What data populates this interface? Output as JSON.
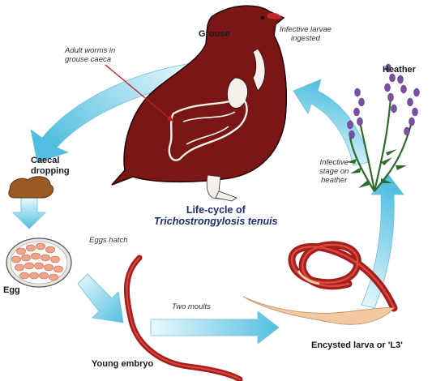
{
  "labels": {
    "grouse": "Grouse",
    "adult_worms_line1": "Adult worms in",
    "adult_worms_line2": "grouse caeca",
    "infective_ingested_line1": "Infective larvae",
    "infective_ingested_line2": "ingested",
    "heather": "Heather",
    "caecal_line1": "Caecal",
    "caecal_line2": "dropping",
    "infective_stage_line1": "Infective",
    "infective_stage_line2": "stage on",
    "infective_stage_line3": "heather",
    "eggs_hatch": "Eggs hatch",
    "egg": "Egg",
    "two_moults": "Two moults",
    "young_embryo": "Young embryo",
    "encysted": "Encysted larva or 'L3'"
  },
  "title": {
    "line1": "Life-cycle of",
    "line2": "Trichostrongylosis tenuis"
  },
  "colors": {
    "arrow_light": "#e2f7fc",
    "arrow_dark": "#5cc4e2",
    "grouse_body": "#7a1616",
    "worm": "#a61d1d",
    "worm_tail": "#f2c9a1",
    "dropping": "#9a5a24",
    "egg_fill": "#f2a48a",
    "heather_flower": "#7c4fa3",
    "heather_leaf": "#2f6b2b",
    "pointer_line": "#c21f1f"
  }
}
